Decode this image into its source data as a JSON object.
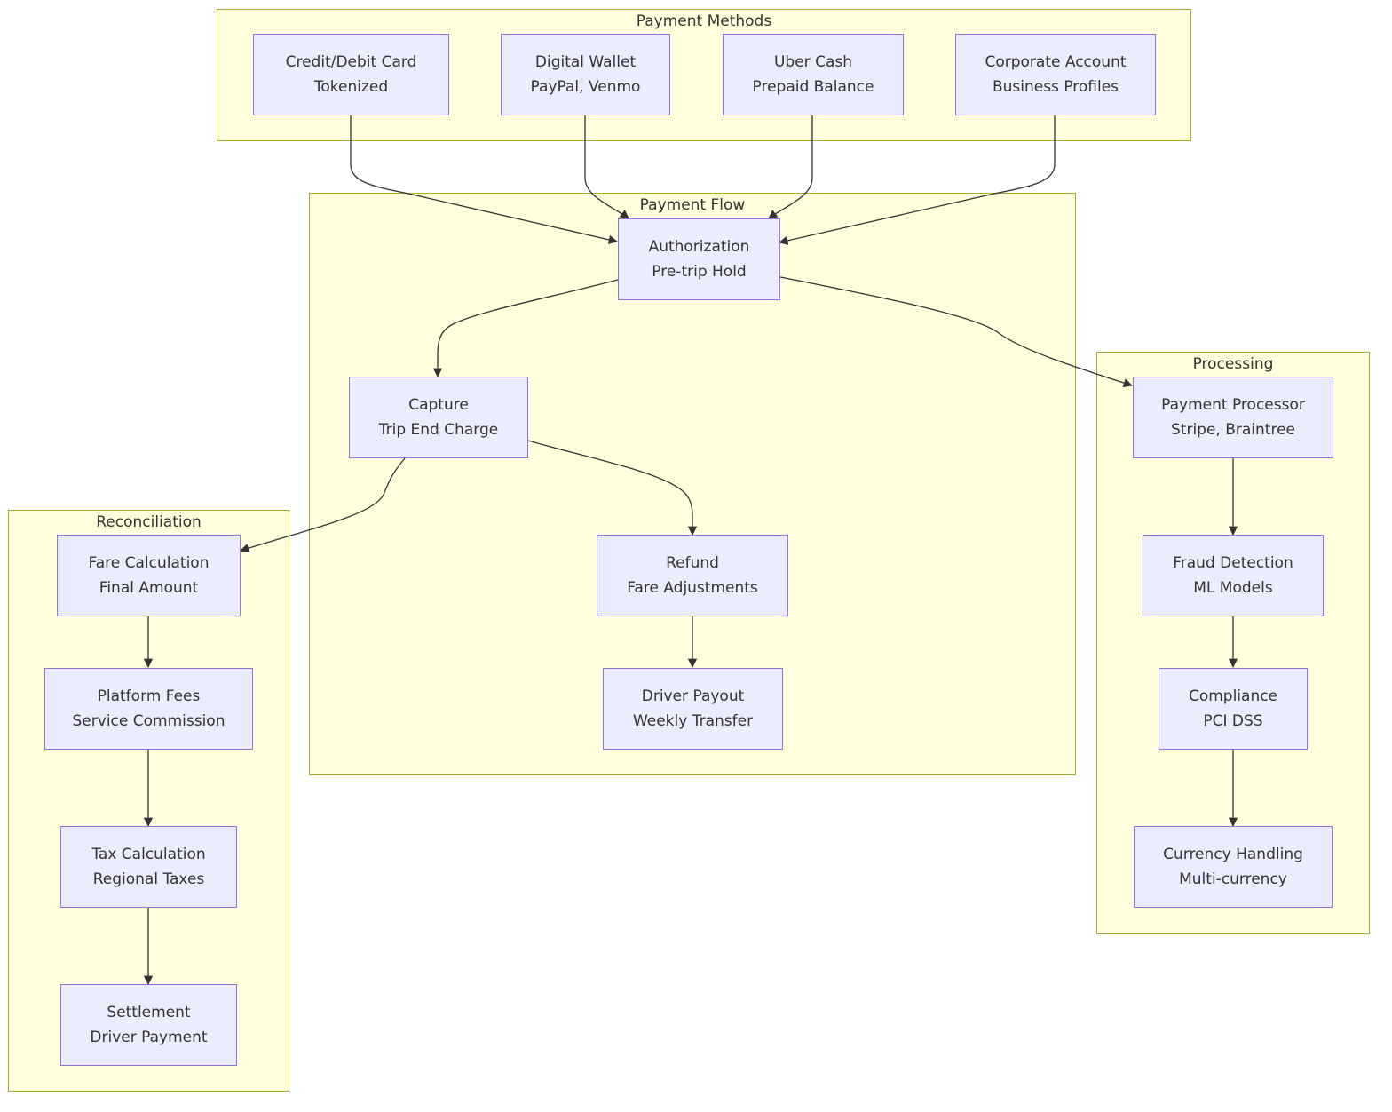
{
  "clusters": {
    "methods": "Payment Methods",
    "flow": "Payment Flow",
    "processing": "Processing",
    "reconciliation": "Reconciliation"
  },
  "nodes": {
    "card": {
      "line1": "Credit/Debit Card",
      "line2": "Tokenized"
    },
    "wallet": {
      "line1": "Digital Wallet",
      "line2": "PayPal, Venmo"
    },
    "cash": {
      "line1": "Uber Cash",
      "line2": "Prepaid Balance"
    },
    "corporate": {
      "line1": "Corporate Account",
      "line2": "Business Profiles"
    },
    "auth": {
      "line1": "Authorization",
      "line2": "Pre-trip Hold"
    },
    "capture": {
      "line1": "Capture",
      "line2": "Trip End Charge"
    },
    "refund": {
      "line1": "Refund",
      "line2": "Fare Adjustments"
    },
    "payout": {
      "line1": "Driver Payout",
      "line2": "Weekly Transfer"
    },
    "processor": {
      "line1": "Payment Processor",
      "line2": "Stripe, Braintree"
    },
    "fraud": {
      "line1": "Fraud Detection",
      "line2": "ML Models"
    },
    "compliance": {
      "line1": "Compliance",
      "line2": "PCI DSS"
    },
    "currency": {
      "line1": "Currency Handling",
      "line2": "Multi-currency"
    },
    "fare": {
      "line1": "Fare Calculation",
      "line2": "Final Amount"
    },
    "fees": {
      "line1": "Platform Fees",
      "line2": "Service Commission"
    },
    "tax": {
      "line1": "Tax Calculation",
      "line2": "Regional Taxes"
    },
    "settlement": {
      "line1": "Settlement",
      "line2": "Driver Payment"
    }
  },
  "edges": [
    {
      "from": "card",
      "to": "auth"
    },
    {
      "from": "wallet",
      "to": "auth"
    },
    {
      "from": "cash",
      "to": "auth"
    },
    {
      "from": "corporate",
      "to": "auth"
    },
    {
      "from": "auth",
      "to": "capture"
    },
    {
      "from": "auth",
      "to": "processor"
    },
    {
      "from": "capture",
      "to": "fare"
    },
    {
      "from": "capture",
      "to": "refund"
    },
    {
      "from": "refund",
      "to": "payout"
    },
    {
      "from": "processor",
      "to": "fraud"
    },
    {
      "from": "fraud",
      "to": "compliance"
    },
    {
      "from": "compliance",
      "to": "currency"
    },
    {
      "from": "fare",
      "to": "fees"
    },
    {
      "from": "fees",
      "to": "tax"
    },
    {
      "from": "tax",
      "to": "settlement"
    }
  ],
  "colors": {
    "cluster_fill": "#ffffde",
    "cluster_border": "#aaaa33",
    "node_fill": "#ececff",
    "node_border": "#9370db",
    "edge": "#333333"
  }
}
